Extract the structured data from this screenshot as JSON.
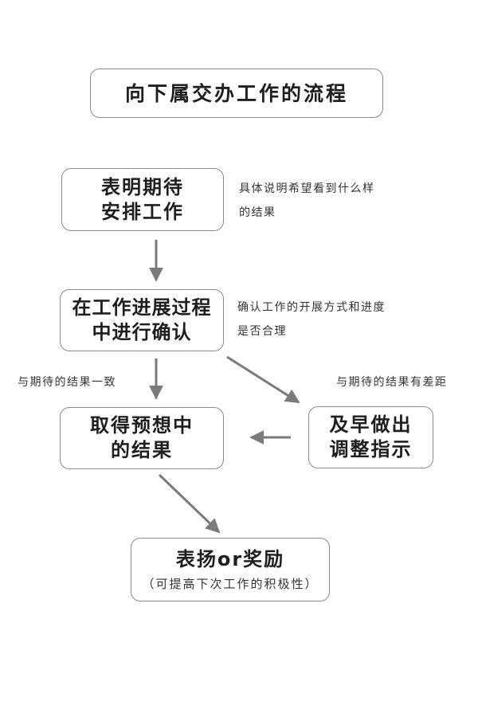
{
  "title": "向下属交办工作的流程",
  "steps": {
    "step1": {
      "lines": [
        "表明期待",
        "安排工作"
      ]
    },
    "step2": {
      "lines": [
        "在工作进展过程",
        "中进行确认"
      ]
    },
    "step3": {
      "lines": [
        "取得预想中",
        "的结果"
      ]
    },
    "step4": {
      "lines": [
        "及早做出",
        "调整指示"
      ]
    },
    "step5": {
      "lines": [
        "表扬or奖励"
      ],
      "sub": "（可提高下次工作的积极性）"
    }
  },
  "notes": {
    "step1": [
      "具体说明希望看到什么样",
      "的结果"
    ],
    "step2": [
      "确认工作的开展方式和进度",
      "是否合理"
    ],
    "consistent": "与期待的结果一致",
    "gap": "与期待的结果有差距"
  },
  "colors": {
    "border": "#8a8a8a",
    "arrow": "#7a7a7a",
    "text": "#1e1e1e"
  }
}
